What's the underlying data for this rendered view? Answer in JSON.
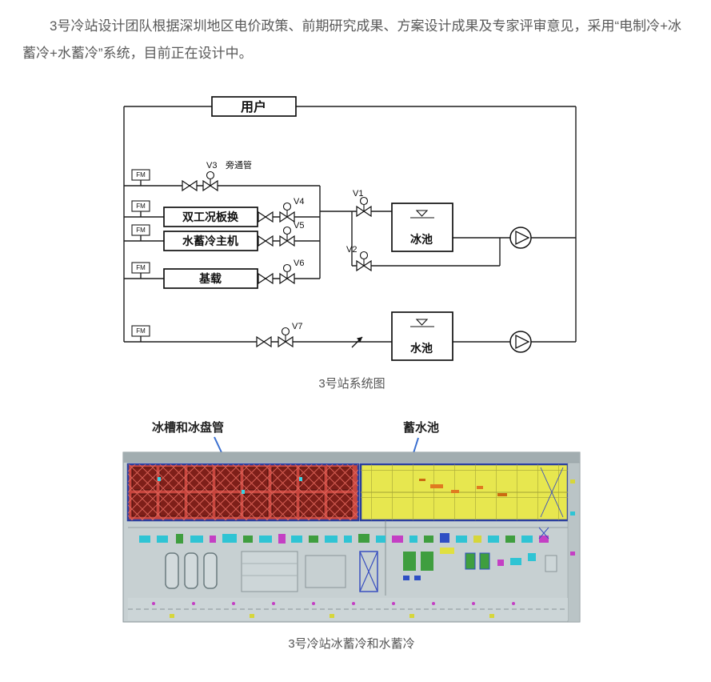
{
  "article": {
    "paragraph": "3号冷站设计团队根据深圳地区电价政策、前期研究成果、方案设计成果及专家评审意见，采用“电制冷+冰蓄冷+水蓄冷”系统，目前正在设计中。"
  },
  "diagram": {
    "caption": "3号站系统图",
    "labels": {
      "user": "用户",
      "v3": "V3",
      "bypass": "旁通管",
      "hx": "双工况板换",
      "chiller": "水蓄冷主机",
      "base": "基载",
      "v1": "V1",
      "v2": "V2",
      "v4": "V4",
      "v5": "V5",
      "v6": "V6",
      "v7": "V7",
      "fm": "FM",
      "ice_pool": "冰池",
      "water_pool": "水池"
    }
  },
  "plan": {
    "caption": "3号冷站冰蓄冷和水蓄冷",
    "labels": {
      "ice_tanks": "冰槽和冰盘管",
      "water_tank": "蓄水池"
    },
    "colors": {
      "ice_zone_fill": "#c8453d",
      "water_zone_fill": "#e7e74f",
      "zone_outline": "#2b3f9e",
      "arrow": "#3a6fd0"
    }
  }
}
